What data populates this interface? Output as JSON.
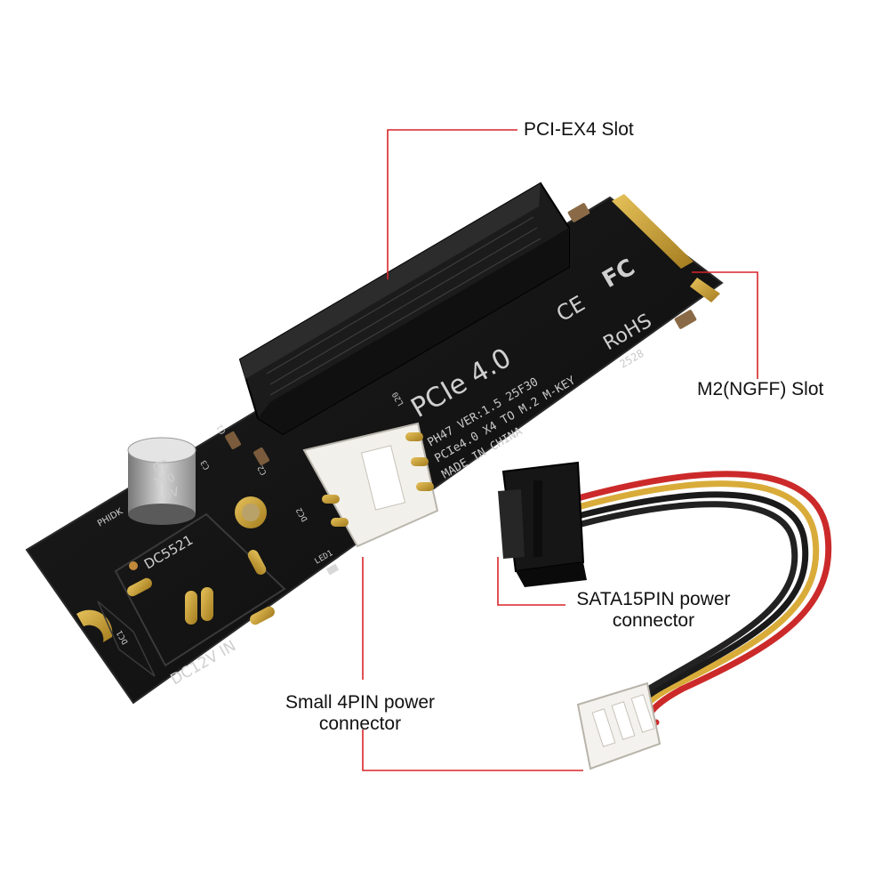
{
  "callouts": {
    "pcie_slot": "PCI-EX4 Slot",
    "m2_slot": "M2(NGFF) Slot",
    "sata": {
      "line1": "SATA15PIN power",
      "line2": "connector"
    },
    "small4pin": {
      "line1": "Small 4PIN power",
      "line2": "connector"
    }
  },
  "board_print": {
    "version": "PCIe 4.0",
    "model": "PH47  VER:1.5  25F30",
    "desc": "PCIe4.0 X4 TO M.2 M-KEY",
    "origin": "MADE IN CHINA",
    "fcc": "FC",
    "ce": "CE",
    "rohs": "RoHS",
    "date_code": "2528",
    "dc_jack": "DC5521",
    "dc_in": "DC12V IN",
    "brand": "PHIDK",
    "capacitor": {
      "line1": "CS",
      "line2": "100",
      "line3": "16V"
    },
    "refs": {
      "c1": "C1",
      "c2": "C2",
      "c3": "C3",
      "dc1": "DC1",
      "dc2": "DC2",
      "led": "LED1",
      "l20": "L20"
    }
  },
  "colors": {
    "callout_line": "#d9252a",
    "pcb": "#141414",
    "gold": "#c9a23c",
    "connector_white": "#f2f0ea"
  }
}
